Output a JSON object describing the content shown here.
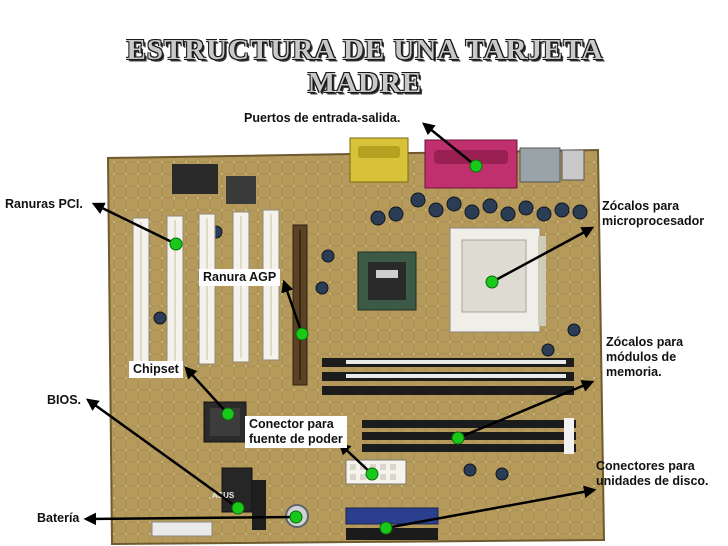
{
  "title": {
    "line1": "ESTRUCTURA DE UNA TARJETA",
    "line2": "MADRE"
  },
  "labels": {
    "io_ports": "Puertos de entrada-salida.",
    "pci": "Ranuras PCI.",
    "cpu_line1": "Zócalos para",
    "cpu_line2": "microprocesador",
    "agp": "Ranura AGP",
    "mem_line1": "Zócalos para",
    "mem_line2": "módulos de",
    "mem_line3": "memoria.",
    "chipset": "Chipset",
    "bios": "BIOS.",
    "power_line1": "Conector para",
    "power_line2": "fuente de poder",
    "disk_line1": "Conectores para",
    "disk_line2": "unidades de disco.",
    "battery": "Batería"
  },
  "colors": {
    "board": "#b69a5c",
    "board_dark": "#8a7340",
    "slot_white": "#f4f2ea",
    "dimm_black": "#1c1c1c",
    "io_magenta": "#c0306e",
    "io_yellow": "#d8c23a",
    "marker_green": "#19c919",
    "arrow": "#000000"
  }
}
